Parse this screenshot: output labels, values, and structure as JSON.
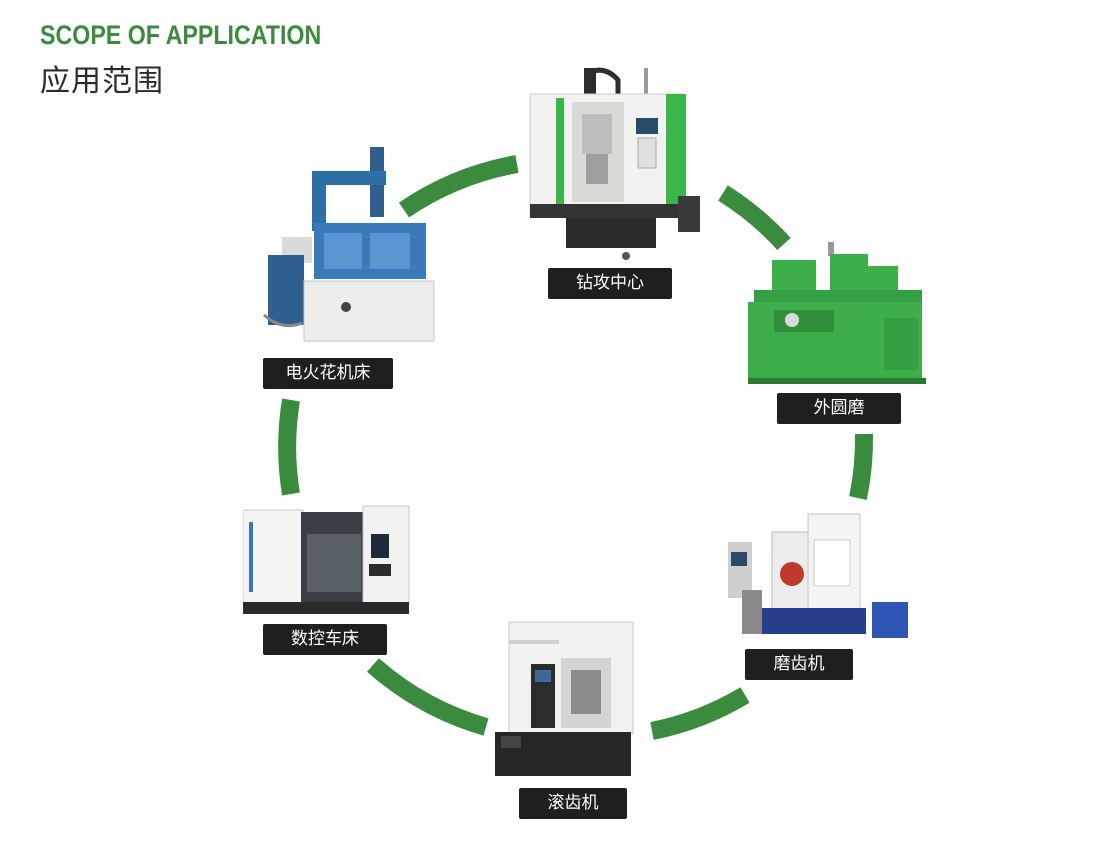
{
  "header": {
    "title_en": "SCOPE OF APPLICATION",
    "title_cn": "应用范围"
  },
  "colors": {
    "accent_green": "#3a8b3e",
    "label_bg": "#1f1f1f",
    "label_text": "#ffffff"
  },
  "machines": [
    {
      "label": "钻攻中心",
      "icon": "drilling-tapping-center-icon"
    },
    {
      "label": "外圆磨",
      "icon": "cylindrical-grinder-icon"
    },
    {
      "label": "磨齿机",
      "icon": "gear-grinding-machine-icon"
    },
    {
      "label": "滚齿机",
      "icon": "gear-hobbing-machine-icon"
    },
    {
      "label": "数控车床",
      "icon": "cnc-lathe-icon"
    },
    {
      "label": "电火花机床",
      "icon": "edm-machine-icon"
    }
  ]
}
